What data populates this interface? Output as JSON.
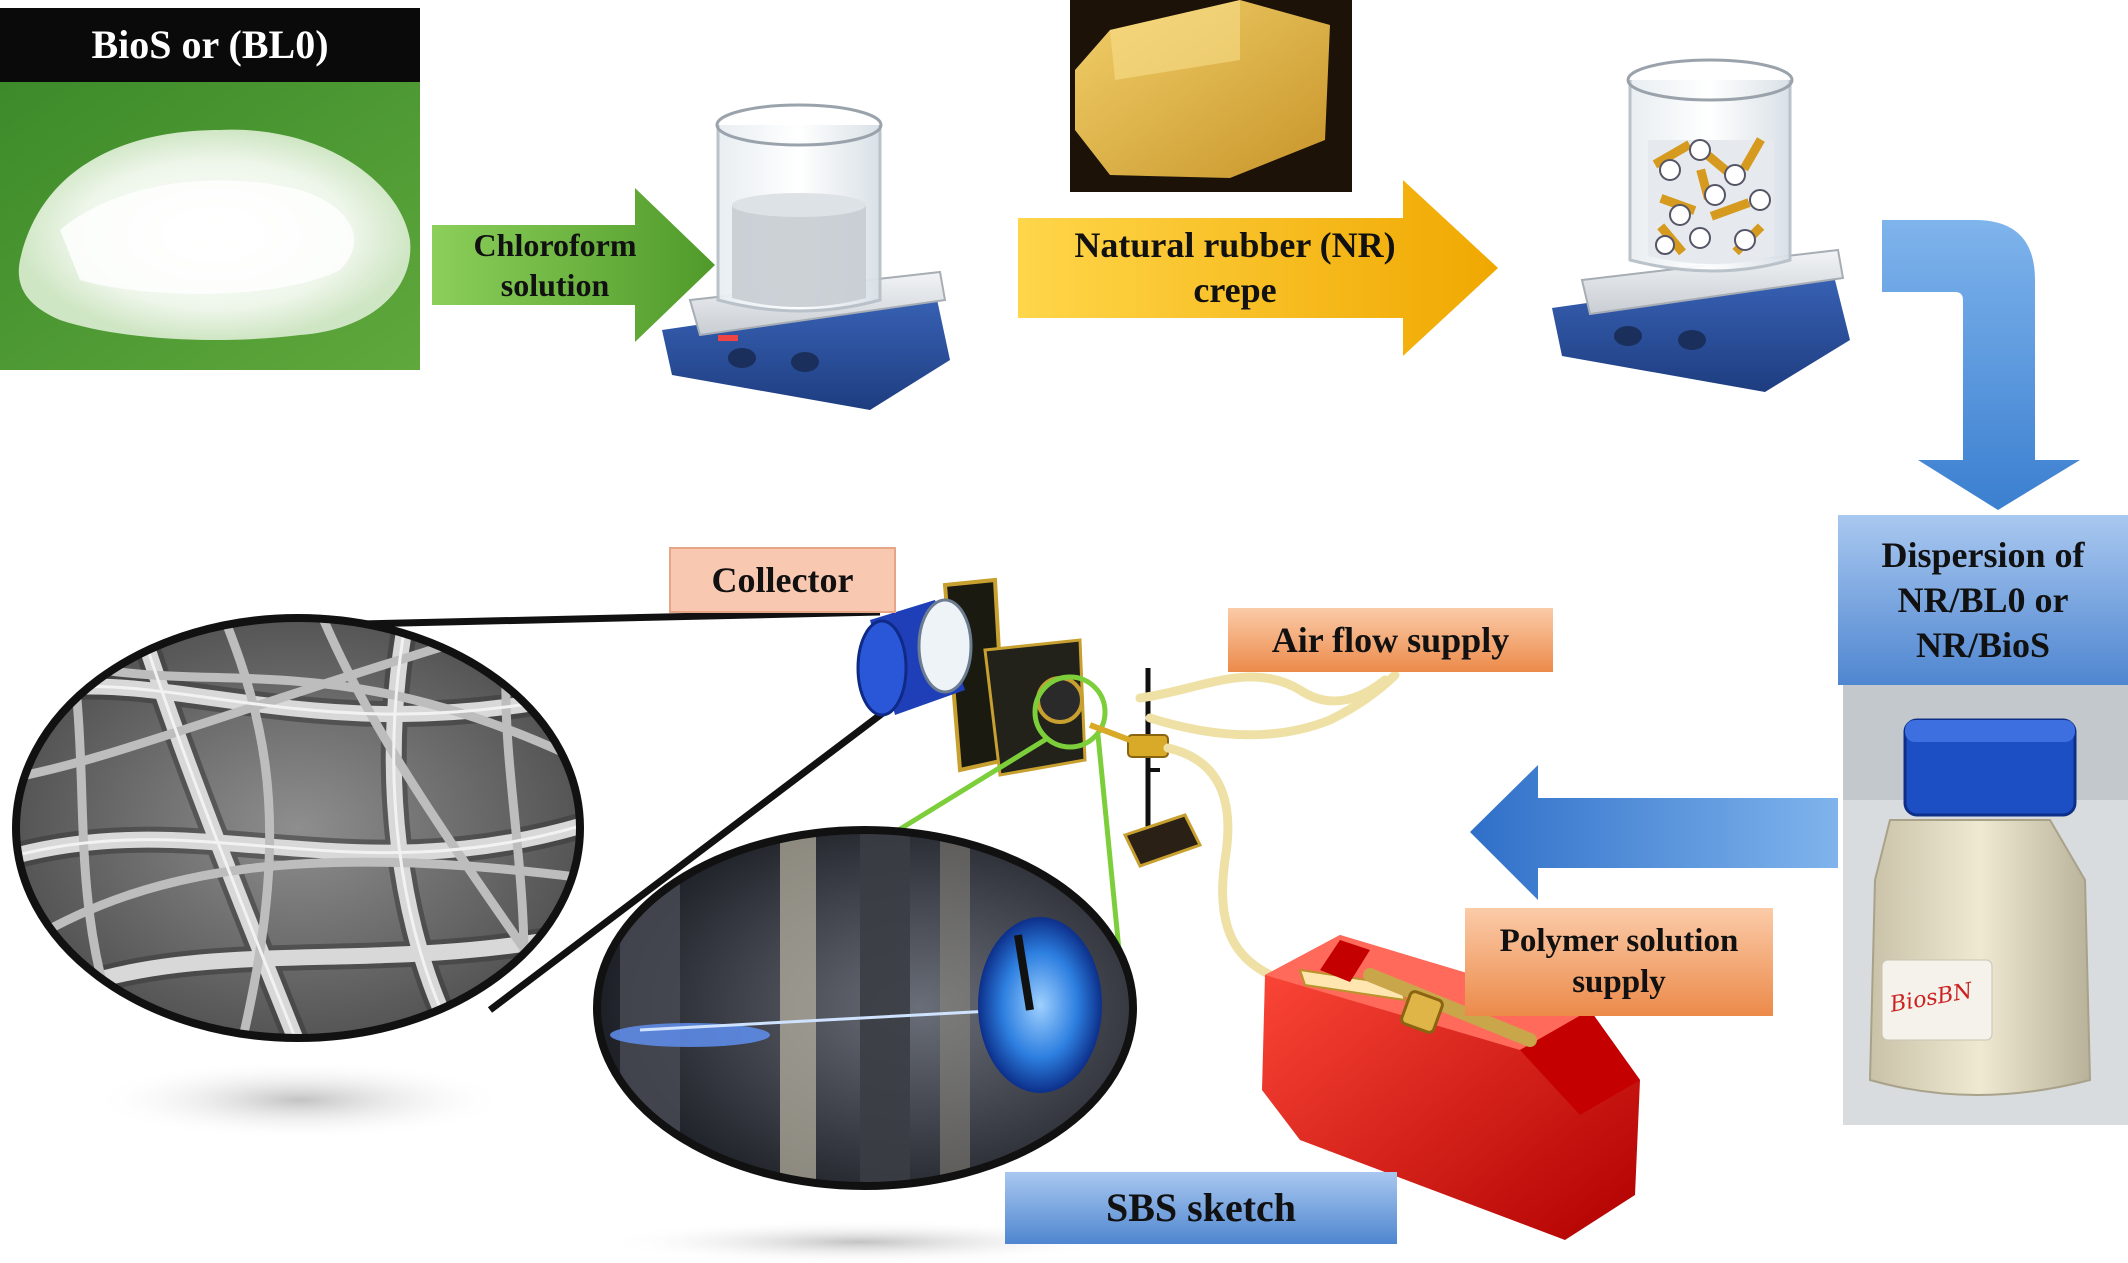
{
  "labels": {
    "bios": "BioS or  (BL0)",
    "chloroform_line1": "Chloroform",
    "chloroform_line2": "solution",
    "nr_line1": "Natural rubber (NR)",
    "nr_line2": "crepe",
    "dispersion_line1": "Dispersion of",
    "dispersion_line2": "NR/BL0 or",
    "dispersion_line3": "NR/BioS",
    "collector": "Collector",
    "air_flow": "Air flow supply",
    "polymer_line1": "Polymer solution",
    "polymer_line2": "supply",
    "sbs_sketch": "SBS sketch",
    "bottle_handwriting": "BiosBN"
  },
  "colors": {
    "green_arrow": "#6aa83a",
    "yellow_arrow": "#f3b800",
    "blue_arrow": "#4f8fd6",
    "label_orange": "#f4a06a",
    "label_blue": "#6f9fdc",
    "collector_label": "#f9c8b0",
    "hotplate_blue": "#2a4f9e",
    "pump_red": "#e0161a"
  }
}
